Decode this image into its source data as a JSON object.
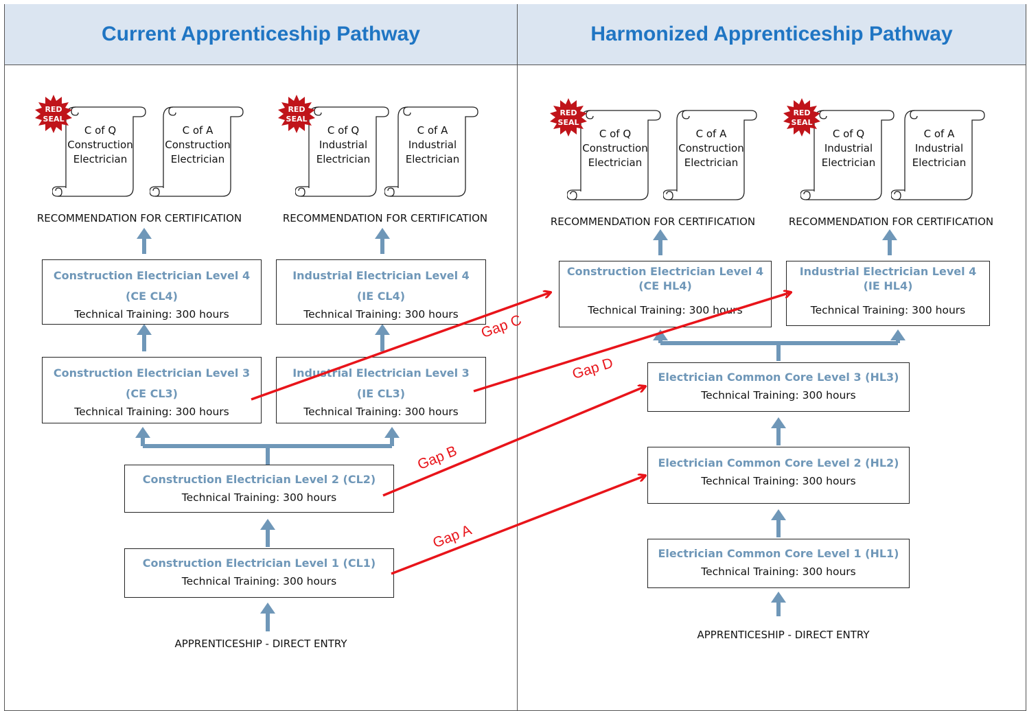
{
  "headers": {
    "left": "Current Apprenticeship Pathway",
    "right": "Harmonized Apprenticeship Pathway"
  },
  "seal_text": [
    "RED",
    "SEAL"
  ],
  "certificates": {
    "left": [
      {
        "l1": "C of Q",
        "l2": "Construction",
        "l3": "Electrician",
        "seal": true
      },
      {
        "l1": "C of A",
        "l2": "Construction",
        "l3": "Electrician",
        "seal": false
      },
      {
        "l1": "C of Q",
        "l2": "Industrial",
        "l3": "Electrician",
        "seal": true
      },
      {
        "l1": "C of A",
        "l2": "Industrial",
        "l3": "Electrician",
        "seal": false
      }
    ],
    "right": [
      {
        "l1": "C of Q",
        "l2": "Construction",
        "l3": "Electrician",
        "seal": true
      },
      {
        "l1": "C of A",
        "l2": "Construction",
        "l3": "Electrician",
        "seal": false
      },
      {
        "l1": "C of Q",
        "l2": "Industrial",
        "l3": "Electrician",
        "seal": true
      },
      {
        "l1": "C of A",
        "l2": "Industrial",
        "l3": "Electrician",
        "seal": false
      }
    ]
  },
  "recommendation": "RECOMMENDATION FOR CERTIFICATION",
  "entry": "APPRENTICESHIP - DIRECT ENTRY",
  "training": "Technical Training:  300 hours",
  "current": {
    "ce4": {
      "title": "Construction Electrician Level 4",
      "code": "(CE CL4)"
    },
    "ie4": {
      "title": "Industrial Electrician Level 4",
      "code": "(IE CL4)"
    },
    "ce3": {
      "title": "Construction Electrician Level 3",
      "code": "(CE CL3)"
    },
    "ie3": {
      "title": "Industrial Electrician Level 3",
      "code": "(IE CL3)"
    },
    "cl2": {
      "title": "Construction Electrician Level 2 (CL2)"
    },
    "cl1": {
      "title": "Construction Electrician Level 1 (CL1)"
    }
  },
  "harmonized": {
    "ce4": {
      "title": "Construction Electrician Level 4",
      "code": "(CE HL4)"
    },
    "ie4": {
      "title": "Industrial Electrician Level 4",
      "code": "(IE HL4)"
    },
    "hl3": {
      "title": "Electrician Common Core Level 3 (HL3)"
    },
    "hl2": {
      "title": "Electrician Common Core Level 2 (HL2)"
    },
    "hl1": {
      "title": "Electrician Common Core Level 1 (HL1)"
    }
  },
  "gaps": {
    "a": "Gap A",
    "b": "Gap B",
    "c": "Gap C",
    "d": "Gap D"
  },
  "colors": {
    "header_bg": "#dbe5f1",
    "header_text": "#1f75c3",
    "box_title": "#6f97b8",
    "arrow": "#6f97b8",
    "gap": "#e8141a",
    "seal": "#c0141a"
  }
}
